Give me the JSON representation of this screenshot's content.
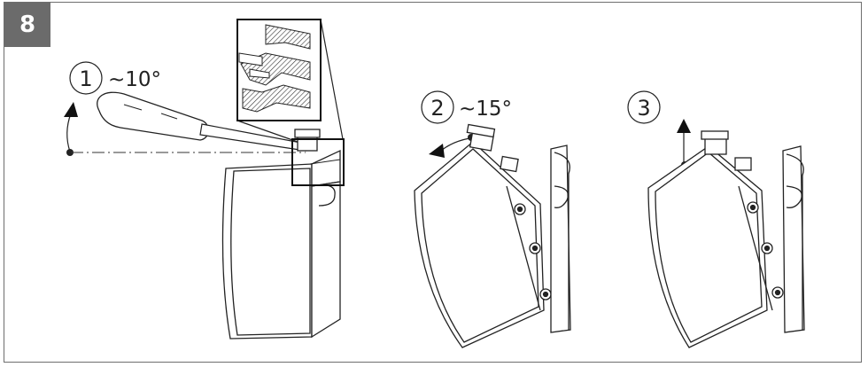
{
  "step_badge": "8",
  "steps": [
    {
      "number": "1",
      "angle": "~10°"
    },
    {
      "number": "2",
      "angle": "~15°"
    },
    {
      "number": "3",
      "angle": ""
    }
  ],
  "colors": {
    "badge": "#6b6b6b",
    "line": "#1a1a1a",
    "frame": "#6e6e6e"
  }
}
